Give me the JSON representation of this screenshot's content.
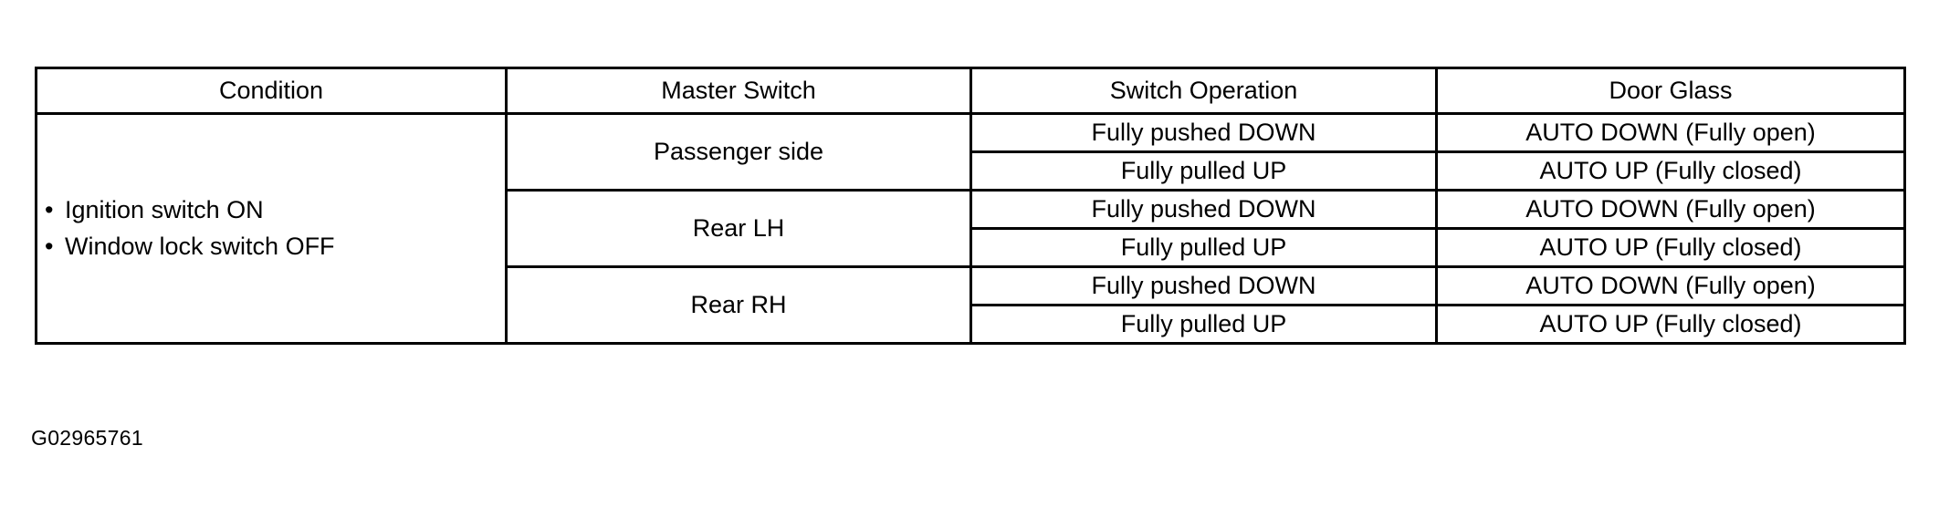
{
  "document": {
    "caption": "G02965761"
  },
  "table": {
    "columns": [
      {
        "key": "condition",
        "label": "Condition"
      },
      {
        "key": "master",
        "label": "Master Switch"
      },
      {
        "key": "switch_op",
        "label": "Switch Operation"
      },
      {
        "key": "door_glass",
        "label": "Door Glass"
      }
    ],
    "condition": {
      "bullet_glyph": "•",
      "items": [
        "Ignition switch ON",
        "Window lock switch OFF"
      ]
    },
    "groups": [
      {
        "master_switch": "Passenger side",
        "rows": [
          {
            "switch_operation": "Fully pushed DOWN",
            "door_glass": "AUTO DOWN (Fully open)"
          },
          {
            "switch_operation": "Fully pulled UP",
            "door_glass": "AUTO UP (Fully closed)"
          }
        ]
      },
      {
        "master_switch": "Rear LH",
        "rows": [
          {
            "switch_operation": "Fully pushed DOWN",
            "door_glass": "AUTO DOWN (Fully open)"
          },
          {
            "switch_operation": "Fully pulled UP",
            "door_glass": "AUTO UP (Fully closed)"
          }
        ]
      },
      {
        "master_switch": "Rear RH",
        "rows": [
          {
            "switch_operation": "Fully pushed DOWN",
            "door_glass": "AUTO DOWN (Fully open)"
          },
          {
            "switch_operation": "Fully pulled UP",
            "door_glass": "AUTO UP (Fully closed)"
          }
        ]
      }
    ]
  },
  "colors": {
    "border": "#000000",
    "text": "#000000",
    "background": "#ffffff"
  }
}
